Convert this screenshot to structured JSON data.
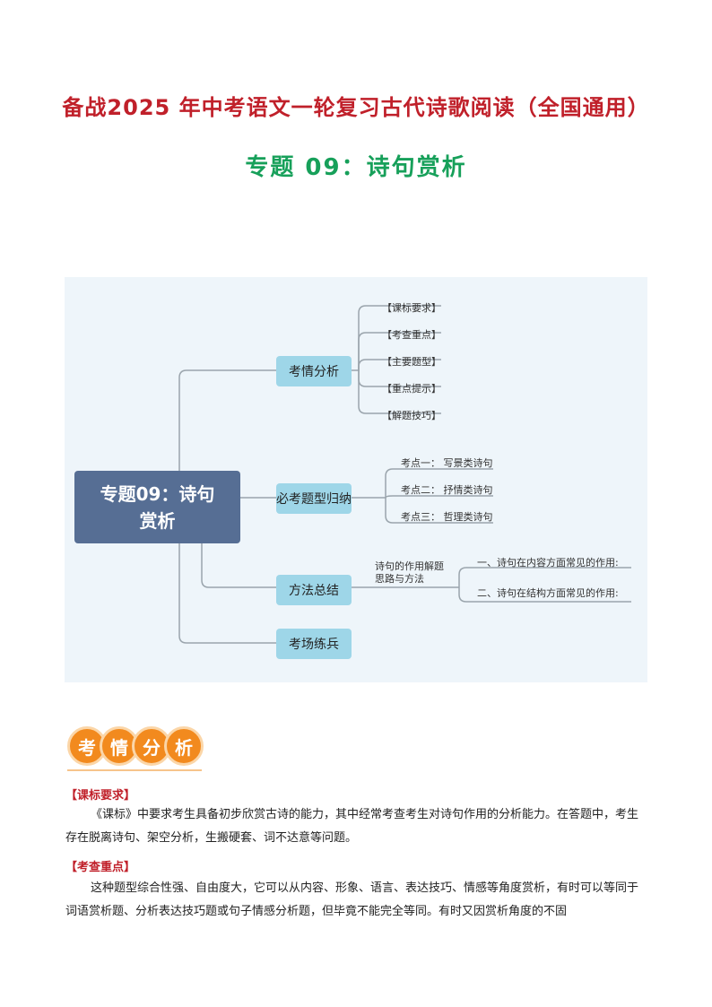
{
  "header": {
    "title": "备战2025 年中考语文一轮复习古代诗歌阅读（全国通用）",
    "subtitle": "专题 09：诗句赏析"
  },
  "mindmap": {
    "root": "专题09：诗句赏析",
    "branch1": {
      "label": "考情分析",
      "leaves": [
        "【课标要求】",
        "【考查重点】",
        "【主要题型】",
        "【重点提示】",
        "【解题技巧】"
      ]
    },
    "branch2": {
      "label": "必考题型归纳",
      "leaves": [
        "考点一： 写景类诗句",
        "考点二： 抒情类诗句",
        "考点三： 哲理类诗句"
      ]
    },
    "branch3": {
      "label": "方法总结",
      "sub_line1": "诗句的作用解题",
      "sub_line2": "思路与方法",
      "leaves": [
        "一、诗句在内容方面常见的作用:",
        "二、诗句在结构方面常见的作用:"
      ]
    },
    "branch4": {
      "label": "考场练兵"
    }
  },
  "section_badge": {
    "chars": [
      "考",
      "情",
      "分",
      "析"
    ],
    "color": "#f28a1e"
  },
  "content": {
    "h1": "【课标要求】",
    "p1": "《课标》中要求考生具备初步欣赏古诗的能力，其中经常考查考生对诗句作用的分析能力。在答题中，考生存在脱离诗句、架空分析，生搬硬套、词不达意等问题。",
    "h2": "【考查重点】",
    "p2": "这种题型综合性强、自由度大，它可以从内容、形象、语言、表达技巧、情感等角度赏析，有时可以等同于词语赏析题、分析表达技巧题或句子情感分析题，但毕竟不能完全等同。有时又因赏析角度的不固"
  }
}
